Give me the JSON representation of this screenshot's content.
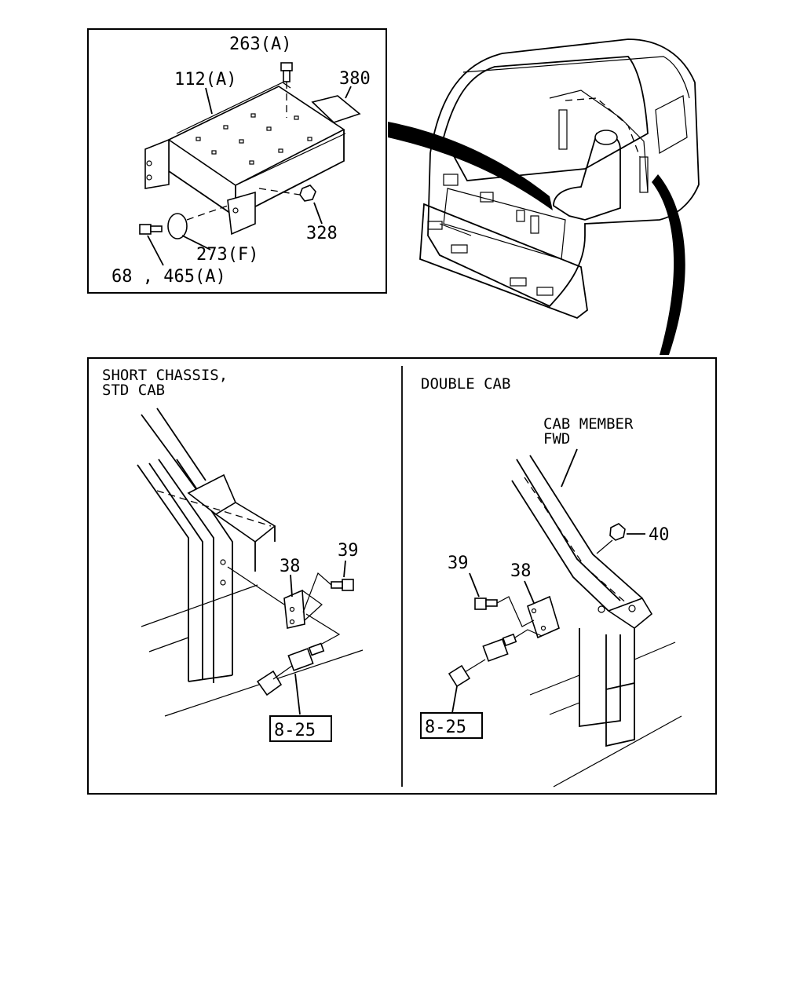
{
  "top_panel": {
    "callouts": {
      "p263": "263(A)",
      "p112": "112(A)",
      "p380": "380",
      "p328": "328",
      "p273": "273(F)",
      "p68": "68 , 465(A)"
    }
  },
  "bottom_panel": {
    "left": {
      "heading_line1": "SHORT CHASSIS,",
      "heading_line2": "STD CAB",
      "p39": "39",
      "p38": "38",
      "ref_box": "8-25"
    },
    "right": {
      "heading": "DOUBLE CAB",
      "note_line1": "CAB MEMBER",
      "note_line2": "FWD",
      "p40": "40",
      "p39": "39",
      "p38": "38",
      "ref_box": "8-25"
    }
  }
}
